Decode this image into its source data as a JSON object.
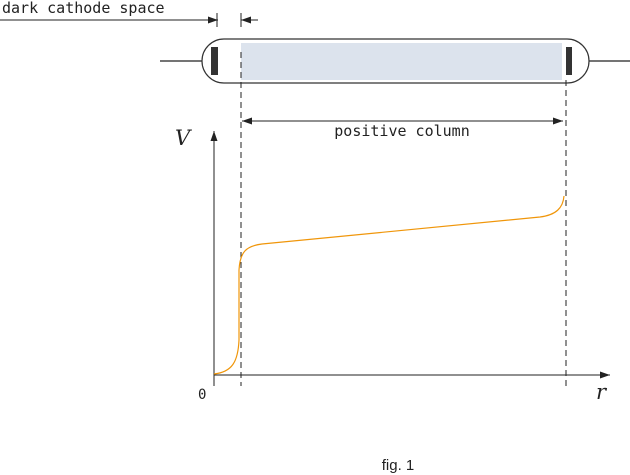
{
  "labels": {
    "dark_cathode_space": "dark cathode space",
    "positive_column": "positive column",
    "v_axis": "V",
    "r_axis": "r",
    "origin": "0",
    "caption": "fig. 1"
  },
  "colors": {
    "ink": "#222222",
    "tube_fill": "#dce3ed",
    "tube_outline": "#333333",
    "electrode": "#333333",
    "curve": "#f0960a"
  }
}
